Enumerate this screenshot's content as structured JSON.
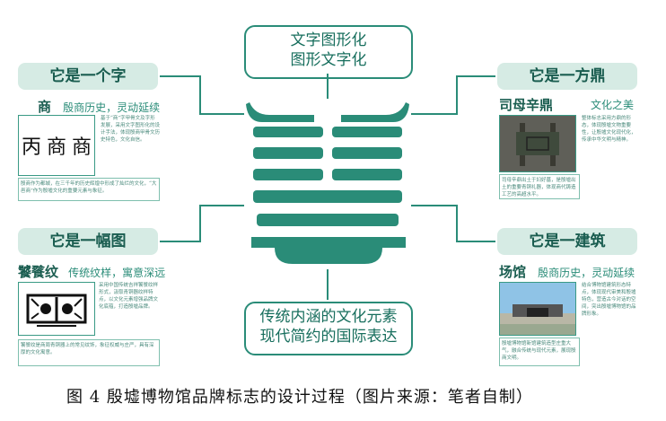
{
  "top_box": {
    "line1": "文字图形化",
    "line2": "图形文字化"
  },
  "bottom_box": {
    "line1": "传统内涵的文化元素",
    "line2": "现代简约的国际表达"
  },
  "left_top": {
    "label": "它是一个字",
    "title": "商",
    "subtitle": "殷商历史，灵动延续",
    "glyphs": [
      "丙",
      "商",
      "商"
    ],
    "desc": "基于“商”字甲骨文及字形发展，采用文字图形化的设计手法，体现殷商甲骨文历史特色，文化自信。",
    "note": "殷商作为都城，在三千年的历史辉煌中形成了灿烂的文化，“大邑商”作为殷墟文化的重要元素与象征。"
  },
  "left_bottom": {
    "label": "它是一幅图",
    "title": "饕餮纹",
    "subtitle": "传统纹样，寓意深远",
    "desc": "采用中国传统吉祥饕餮纹样形式，汲取青铜器纹样特点，以文化元素增强品牌文化底蕴，打造殷墟品牌。",
    "note": "饕餮纹是商周青铜器上的常见纹饰，象征权威与庄严，具有深厚的文化寓意。"
  },
  "right_top": {
    "label": "它是一方鼎",
    "title": "司母辛鼎",
    "subtitle": "文化之美",
    "desc": "整体标志采用方鼎的形态，体现殷墟文物重要性，让殷墟文化现代化，传承中华文明与精神。",
    "note": "司母辛鼎出土于妇好墓，是殷墟出土的重要青铜礼器，体现商代铸造工艺的高超水平。"
  },
  "right_bottom": {
    "label": "它是一建筑",
    "title": "场馆",
    "subtitle": "殷商历史，灵动延续",
    "desc": "结合博物馆建筑形态特点，体现现代审美和殷墟特色，营造古今对话的空间，突出殷墟博物馆的品牌形象。",
    "note": "殷墟博物馆新馆建筑造型庄重大气，融合传统与现代元素，展现殷商文明。"
  },
  "caption": "图 4  殷墟博物馆品牌标志的设计过程（图片来源：笔者自制）",
  "colors": {
    "accent": "#2a8c78",
    "pill_bg": "#d6ebe4"
  }
}
